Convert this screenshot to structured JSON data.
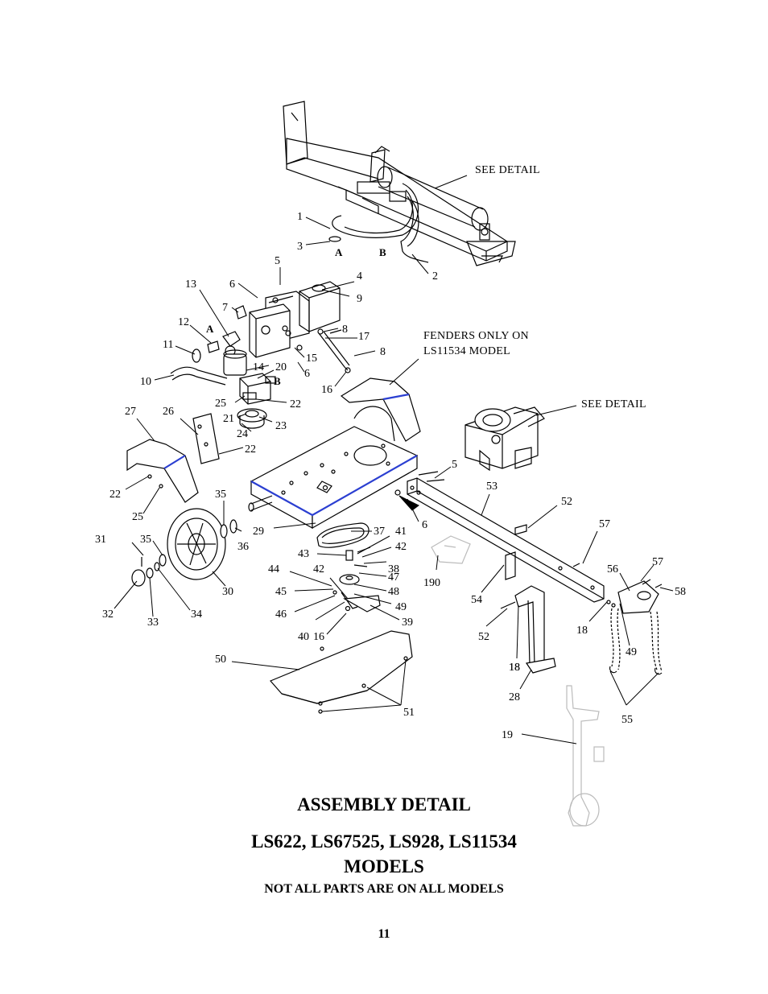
{
  "title": {
    "line1": "ASSEMBLY DETAIL",
    "line2": "LS622, LS67525, LS928, LS11534",
    "line3": "MODELS",
    "note": "NOT ALL PARTS ARE ON ALL MODELS"
  },
  "page_number": "11",
  "annotations": {
    "see_detail_top": "SEE DETAIL",
    "see_detail_engine": "SEE DETAIL",
    "fenders_line1": "FENDERS ONLY ON",
    "fenders_line2": "LS11534 MODEL"
  },
  "port_letters": [
    "A",
    "B",
    "A",
    "B"
  ],
  "part_callouts": [
    "1",
    "2",
    "3",
    "4",
    "5",
    "5",
    "6",
    "6",
    "6",
    "7",
    "8",
    "8",
    "9",
    "10",
    "11",
    "12",
    "13",
    "14",
    "15",
    "16",
    "16",
    "17",
    "18",
    "18",
    "18",
    "19",
    "20",
    "21",
    "22",
    "22",
    "22",
    "23",
    "24",
    "25",
    "25",
    "26",
    "27",
    "28",
    "29",
    "30",
    "31",
    "32",
    "33",
    "34",
    "35",
    "35",
    "36",
    "37",
    "38",
    "39",
    "40",
    "41",
    "42",
    "42",
    "43",
    "44",
    "45",
    "46",
    "47",
    "48",
    "49",
    "49",
    "50",
    "51",
    "52",
    "52",
    "53",
    "54",
    "55",
    "56",
    "57",
    "57",
    "58",
    "190"
  ]
}
